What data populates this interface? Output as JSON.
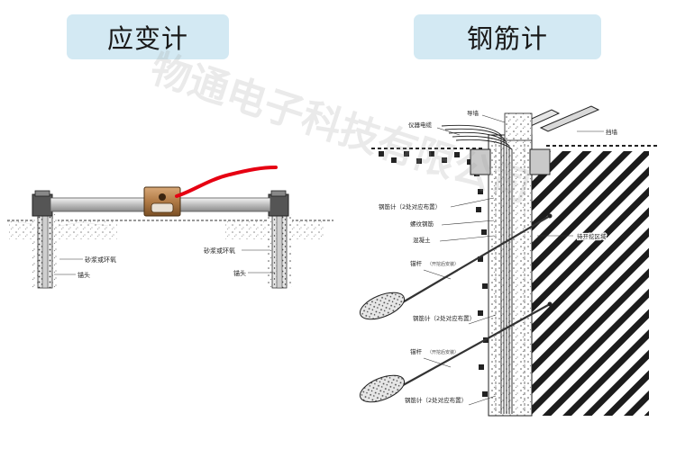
{
  "titles": {
    "left": "应变计",
    "right": "钢筋计"
  },
  "watermark": "物通电子科技有限公司",
  "strain_gauge": {
    "labels": {
      "grout_left": "砂浆或环氧",
      "anchor_left": "锚头",
      "grout_right": "砂浆或环氧",
      "anchor_right": "锚头"
    }
  },
  "rebar_meter": {
    "labels": {
      "guide_wall": "导墙",
      "instrument_cable": "仪器电缆",
      "retaining_wall": "挡墙",
      "rebar_meter_top": "钢筋计（2处对应布置）",
      "threaded_bar": "螺纹钢筋",
      "concrete": "混凝土",
      "excavation_zone": "待开挖区域",
      "anchor_rod_1": "锚杆",
      "anchor_note_1": "（开挖后安装）",
      "rebar_meter_mid": "钢筋计（2处对应布置）",
      "anchor_rod_2": "锚杆",
      "anchor_note_2": "（开挖后安装）",
      "rebar_meter_bottom": "钢筋计（2处对应布置）"
    }
  },
  "colors": {
    "badge_bg": "#d3e9f3",
    "cable_red": "#e60012",
    "gauge_body": "#b07a45"
  }
}
